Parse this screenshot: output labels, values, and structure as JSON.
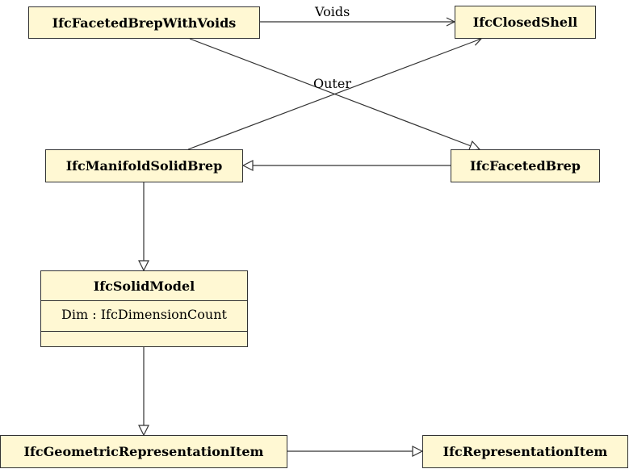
{
  "classes": {
    "faceted_brep_with_voids": {
      "name": "IfcFacetedBrepWithVoids"
    },
    "closed_shell": {
      "name": "IfcClosedShell"
    },
    "manifold_solid_brep": {
      "name": "IfcManifoldSolidBrep"
    },
    "faceted_brep": {
      "name": "IfcFacetedBrep"
    },
    "solid_model": {
      "name": "IfcSolidModel",
      "attribute": "Dim : IfcDimensionCount"
    },
    "geometric_representation_item": {
      "name": "IfcGeometricRepresentationItem"
    },
    "representation_item": {
      "name": "IfcRepresentationItem"
    }
  },
  "associations": {
    "voids": {
      "label": "Voids",
      "from": "IfcFacetedBrepWithVoids",
      "to": "IfcClosedShell"
    },
    "outer": {
      "label": "Outer",
      "from": "IfcManifoldSolidBrep",
      "to": "IfcClosedShell"
    }
  },
  "generalizations": [
    {
      "from": "IfcFacetedBrepWithVoids",
      "to": "IfcFacetedBrep"
    },
    {
      "from": "IfcFacetedBrep",
      "to": "IfcManifoldSolidBrep"
    },
    {
      "from": "IfcManifoldSolidBrep",
      "to": "IfcSolidModel"
    },
    {
      "from": "IfcSolidModel",
      "to": "IfcGeometricRepresentationItem"
    },
    {
      "from": "IfcGeometricRepresentationItem",
      "to": "IfcRepresentationItem"
    }
  ],
  "colors": {
    "box_fill": "#fff8d3",
    "stroke": "#333333"
  }
}
